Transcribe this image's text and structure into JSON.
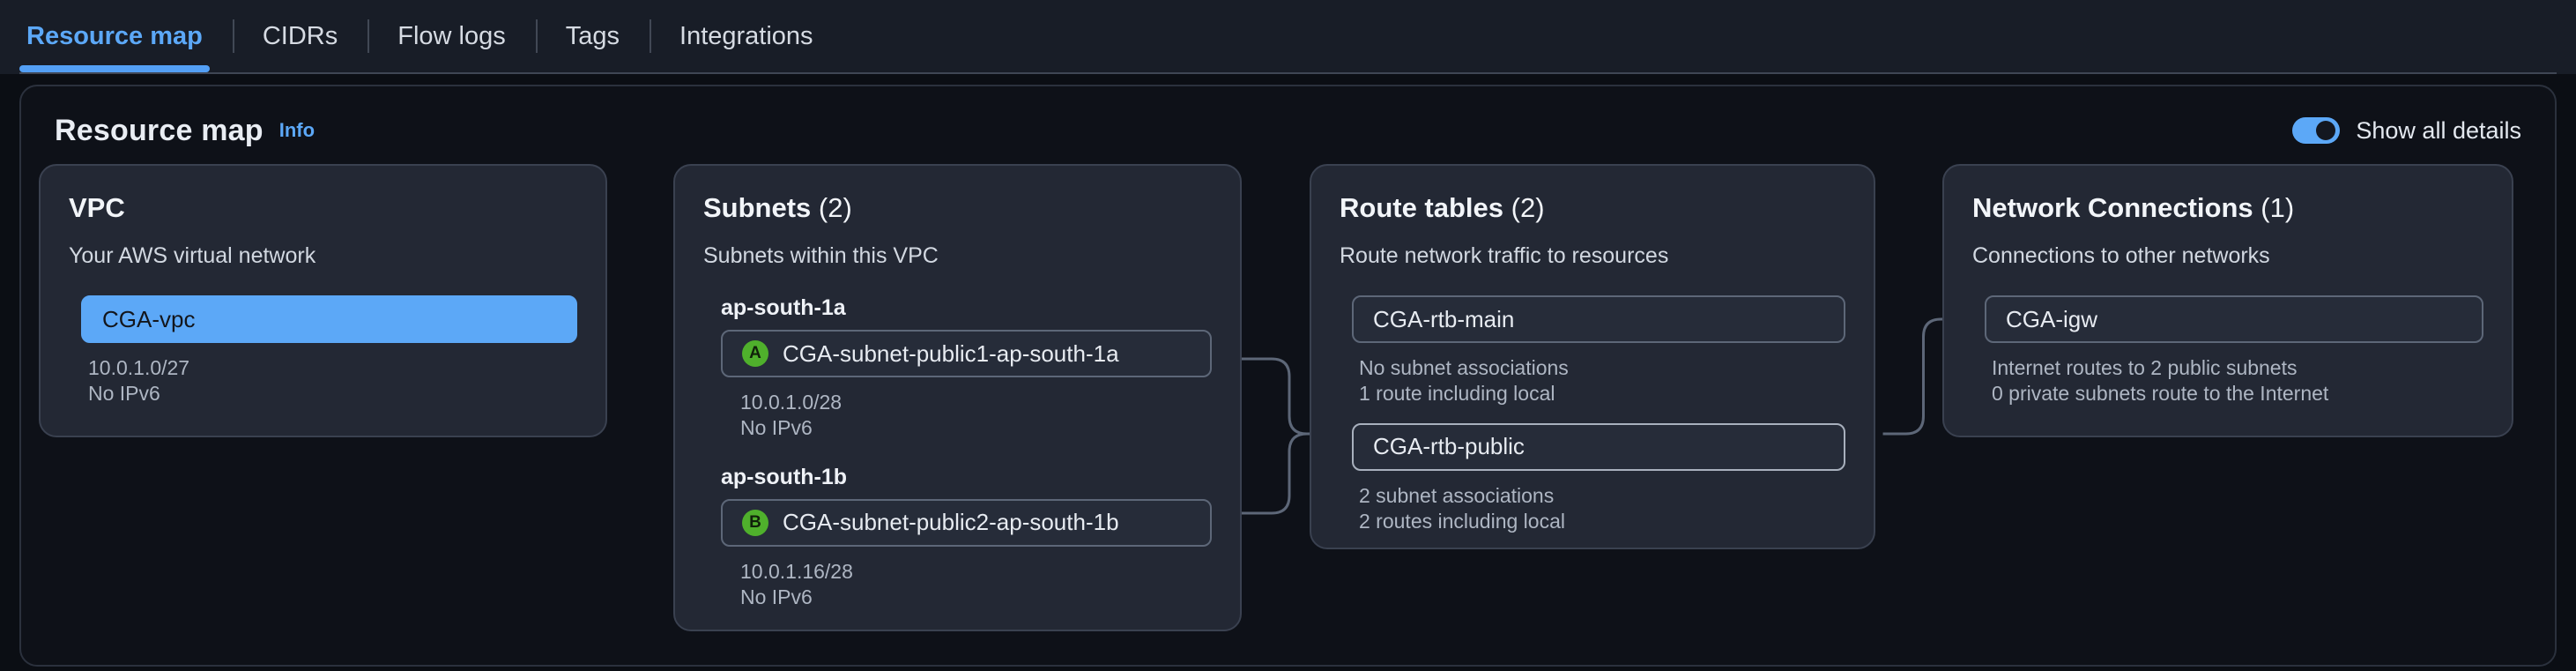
{
  "tabs": [
    {
      "label": "Resource map",
      "active": true
    },
    {
      "label": "CIDRs",
      "active": false
    },
    {
      "label": "Flow logs",
      "active": false
    },
    {
      "label": "Tags",
      "active": false
    },
    {
      "label": "Integrations",
      "active": false
    }
  ],
  "panel": {
    "title": "Resource map",
    "info_label": "Info",
    "toggle": {
      "label": "Show all details",
      "state": "on",
      "accent_color": "#5ca8f7"
    }
  },
  "cards": {
    "vpc": {
      "title": "VPC",
      "count": "",
      "subtitle": "Your AWS virtual network",
      "items": [
        {
          "name": "CGA-vpc",
          "selected": true,
          "meta": [
            "10.0.1.0/27",
            "No IPv6"
          ]
        }
      ]
    },
    "subnets": {
      "title": "Subnets",
      "count": "(2)",
      "subtitle": "Subnets within this VPC",
      "groups": [
        {
          "az": "ap-south-1a",
          "badge": "A",
          "badge_color": "#4fb02c",
          "name": "CGA-subnet-public1-ap-south-1a",
          "meta": [
            "10.0.1.0/28",
            "No IPv6"
          ]
        },
        {
          "az": "ap-south-1b",
          "badge": "B",
          "badge_color": "#4fb02c",
          "name": "CGA-subnet-public2-ap-south-1b",
          "meta": [
            "10.0.1.16/28",
            "No IPv6"
          ]
        }
      ]
    },
    "route_tables": {
      "title": "Route tables",
      "count": "(2)",
      "subtitle": "Route network traffic to resources",
      "items": [
        {
          "name": "CGA-rtb-main",
          "highlight": false,
          "meta": [
            "No subnet associations",
            "1 route including local"
          ]
        },
        {
          "name": "CGA-rtb-public",
          "highlight": true,
          "meta": [
            "2 subnet associations",
            "2 routes including local"
          ]
        }
      ]
    },
    "network_connections": {
      "title": "Network Connections",
      "count": "(1)",
      "subtitle": "Connections to other networks",
      "items": [
        {
          "name": "CGA-igw",
          "highlight": false,
          "meta": [
            "Internet routes to 2 public subnets",
            "0 private subnets route to the Internet"
          ]
        }
      ]
    }
  }
}
